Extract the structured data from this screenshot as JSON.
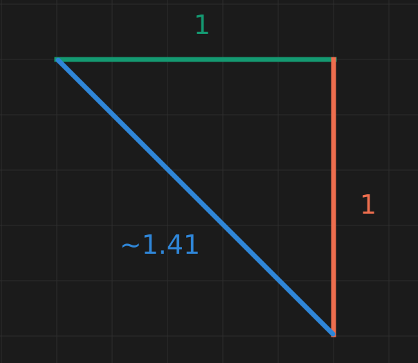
{
  "background": "#1b1b1b",
  "grid_color": "#2e2e2e",
  "edges": {
    "top": {
      "label": "1",
      "color": "#149a72"
    },
    "right": {
      "label": "1",
      "color": "#ee6e4e"
    },
    "hypotenuse": {
      "label": "~1.41",
      "color": "#2f86d8"
    }
  }
}
